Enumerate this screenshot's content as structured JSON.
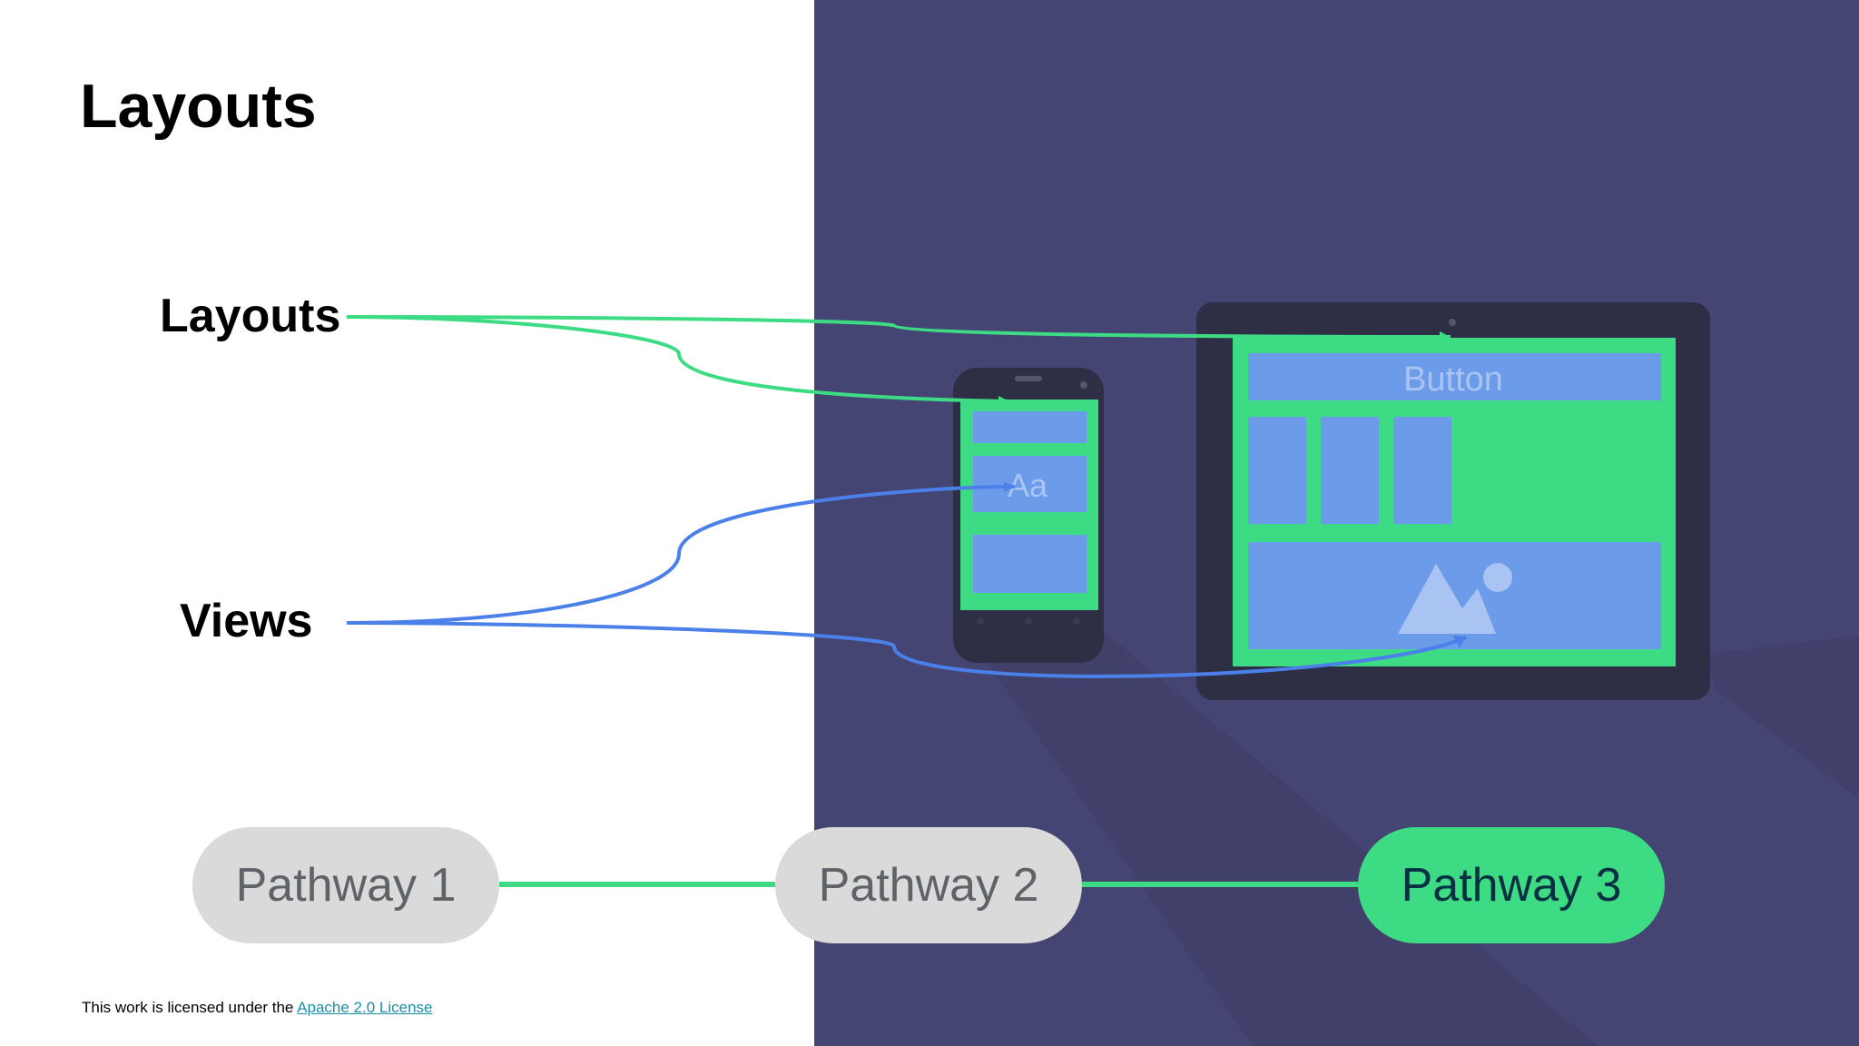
{
  "slide": {
    "title": "Layouts",
    "labels": {
      "layouts": "Layouts",
      "views": "Views"
    },
    "device_text": {
      "button": "Button",
      "aa": "Aa"
    },
    "pathways": [
      {
        "label": "Pathway 1",
        "active": false
      },
      {
        "label": "Pathway 2",
        "active": false
      },
      {
        "label": "Pathway 3",
        "active": true
      }
    ],
    "footer": {
      "prefix": "This work is licensed under the ",
      "link": "Apache 2.0 License"
    }
  },
  "colors": {
    "green": "#3ddc84",
    "blue": "#4a80e8",
    "panel": "#454574",
    "pill_inactive": "#dadadb",
    "pill_text_active": "#073042"
  },
  "icons": [
    "image-icon"
  ]
}
